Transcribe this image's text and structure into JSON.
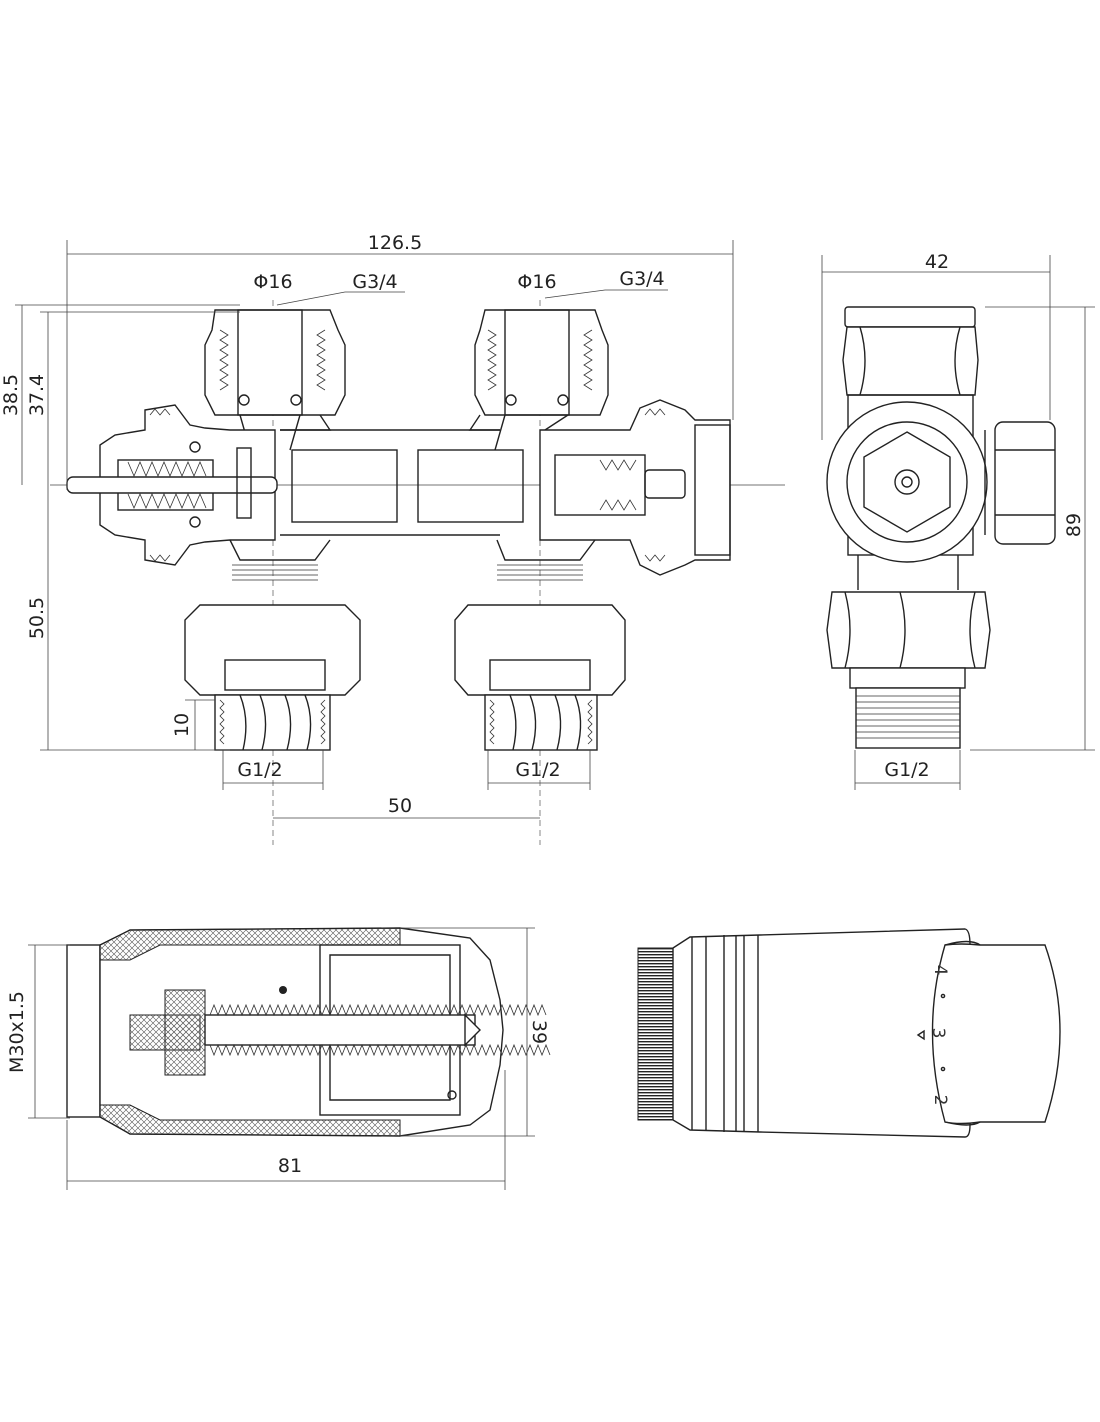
{
  "front_view": {
    "overall_width": "126.5",
    "left_pipe_diameter": "Φ16",
    "left_thread": "G3/4",
    "right_pipe_diameter": "Φ16",
    "right_thread": "G3/4",
    "height_top_outer": "38.5",
    "height_top_inner": "37.4",
    "height_bottom": "50.5",
    "thread_length": "10",
    "left_outlet_thread": "G1/2",
    "right_outlet_thread": "G1/2",
    "outlet_spacing": "50"
  },
  "side_view": {
    "width": "42",
    "height": "89",
    "outlet_thread": "G1/2"
  },
  "thermostat_section": {
    "connection_thread": "M30x1.5",
    "diameter": "39",
    "length": "81"
  },
  "thermostat_head": {
    "dial_marks": [
      "4",
      "3",
      "2"
    ]
  }
}
